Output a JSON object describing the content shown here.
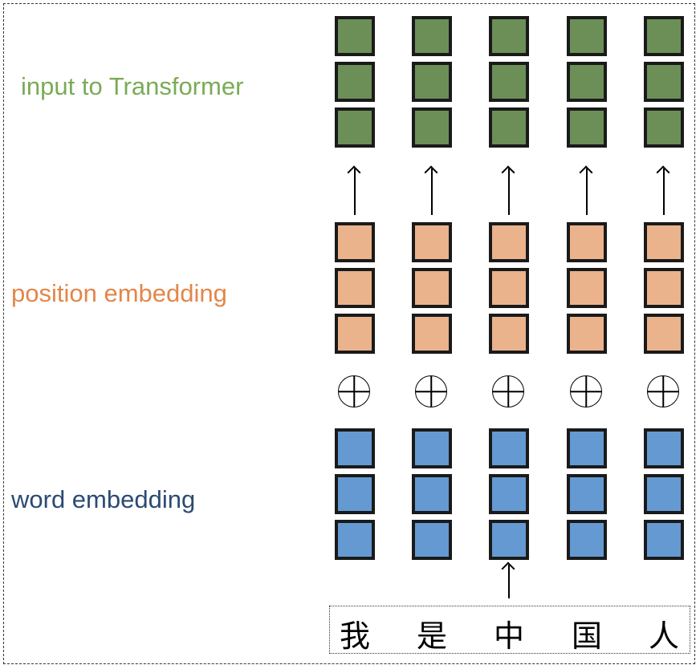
{
  "labels": {
    "input": "input to Transformer",
    "position": "position embedding",
    "word": "word embedding"
  },
  "colors": {
    "green": "#6b8f57",
    "orange": "#eab38c",
    "blue": "#6599d2",
    "green_text": "#7aab57",
    "orange_text": "#e3864a",
    "blue_text": "#2c4a74"
  },
  "tokens": [
    "我",
    "是",
    "中",
    "国",
    "人"
  ],
  "input_arrow_column": 2
}
